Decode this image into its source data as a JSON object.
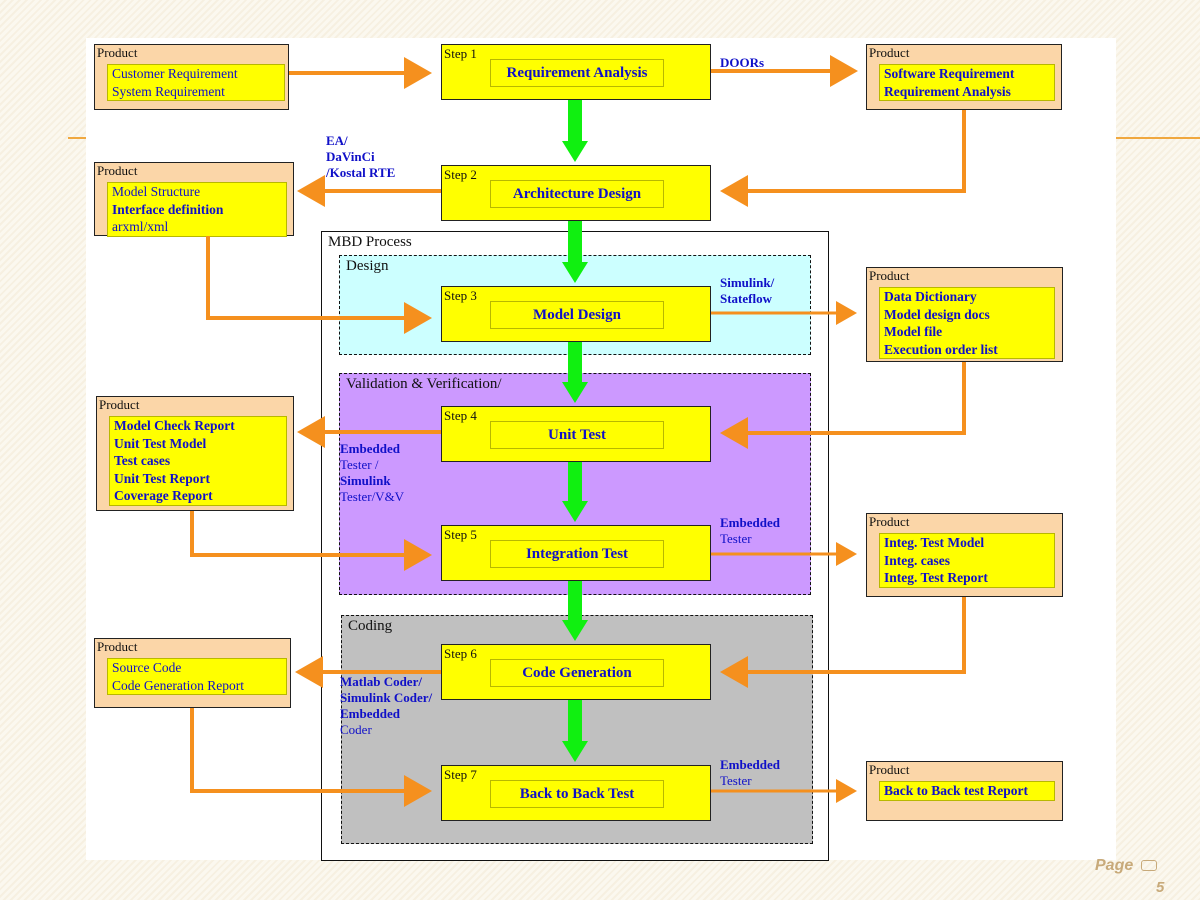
{
  "colors": {
    "step_fill": "#ffff00",
    "product_fill": "#fbd6a8",
    "orange_arrow": "#f5901e",
    "green_arrow": "#10f010",
    "design_region": "#ccffff",
    "vv_region": "#cc99ff",
    "coding_region": "#c0c0c0",
    "text_blue": "#1010c8"
  },
  "regions": {
    "mbd": "MBD Process",
    "design": "Design",
    "vv": "Validation & Verification/",
    "coding": "Coding"
  },
  "steps": [
    {
      "no": "Step 1",
      "title": "Requirement Analysis"
    },
    {
      "no": "Step 2",
      "title": "Architecture Design"
    },
    {
      "no": "Step 3",
      "title": "Model Design"
    },
    {
      "no": "Step 4",
      "title": "Unit Test"
    },
    {
      "no": "Step 5",
      "title": "Integration Test"
    },
    {
      "no": "Step 6",
      "title": "Code Generation"
    },
    {
      "no": "Step 7",
      "title": "Back to Back Test"
    }
  ],
  "products": [
    {
      "label": "Product",
      "items": [
        "Customer Requirement",
        "System Requirement"
      ]
    },
    {
      "label": "Product",
      "items": [
        "Software Requirement",
        "Requirement Analysis"
      ]
    },
    {
      "label": "Product",
      "items": [
        "Model Structure",
        "Interface definition",
        "arxml/xml"
      ]
    },
    {
      "label": "Product",
      "items": [
        "Data Dictionary",
        "Model design docs",
        "Model file",
        "Execution order list"
      ]
    },
    {
      "label": "Product",
      "items": [
        "Model Check Report",
        "Unit Test Model",
        "Test cases",
        "Unit Test Report",
        "Coverage Report"
      ]
    },
    {
      "label": "Product",
      "items": [
        "Integ. Test Model",
        "Integ.  cases",
        "Integ.  Test Report"
      ]
    },
    {
      "label": "Product",
      "items": [
        "Source Code",
        "Code Generation Report"
      ]
    },
    {
      "label": "Product",
      "items": [
        "Back to Back test Report"
      ]
    }
  ],
  "tools": {
    "doors": "DOORs",
    "ea": [
      "EA/",
      "DaVinCi",
      "/Kostal RTE"
    ],
    "simulink": [
      "Simulink/",
      "Stateflow"
    ],
    "embedded_unit": [
      "Embedded",
      "Tester /",
      "Simulink",
      "Tester/V&V"
    ],
    "embedded_integ": [
      "Embedded",
      "Tester"
    ],
    "coder": [
      "Matlab Coder/",
      "Simulink Coder/",
      "Embedded",
      "Coder"
    ],
    "embedded_b2b": [
      "Embedded",
      "Tester"
    ]
  },
  "footer": {
    "page_label": "Page",
    "page_number": "5"
  }
}
